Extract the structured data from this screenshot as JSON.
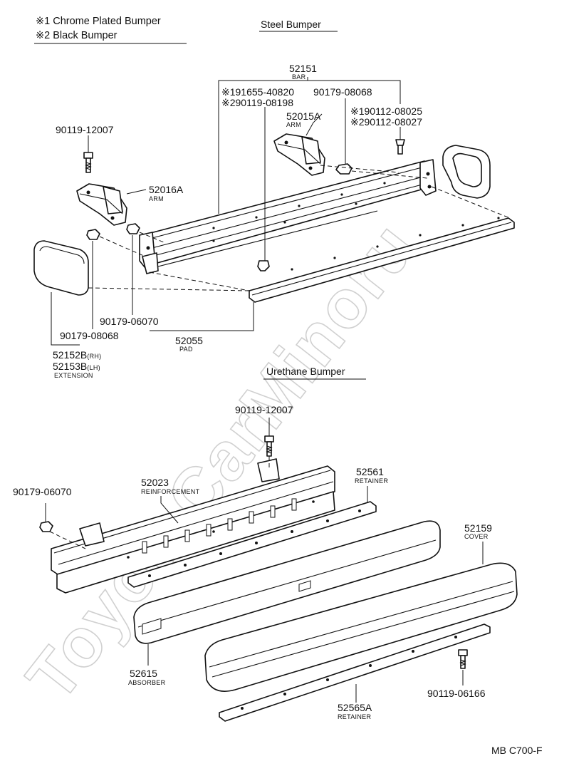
{
  "legend": {
    "line1": "※1 Chrome Plated Bumper",
    "line2": "※2 Black Bumper"
  },
  "sections": {
    "steel": "Steel Bumper",
    "urethane": "Urethane Bumper"
  },
  "watermark": "ToyotaCarMinoru",
  "figure_code": "MB C700-F",
  "parts": {
    "p52151": {
      "num": "52151",
      "name": "BAR"
    },
    "p191655": {
      "num": "※191655-40820"
    },
    "p290119_08198": {
      "num": "※290119-08198"
    },
    "p90179_08068_top": {
      "num": "90179-08068"
    },
    "p190112": {
      "num": "※190112-08025"
    },
    "p290112": {
      "num": "※290112-08027"
    },
    "p52015A": {
      "num": "52015A",
      "name": "ARM"
    },
    "p90119_12007_a": {
      "num": "90119-12007"
    },
    "p52016A": {
      "num": "52016A",
      "name": "ARM"
    },
    "p90179_06070_a": {
      "num": "90179-06070"
    },
    "p90179_08068_bot": {
      "num": "90179-08068"
    },
    "p52055": {
      "num": "52055",
      "name": "PAD"
    },
    "p52152B": {
      "num": "52152B",
      "suffix": "(RH)"
    },
    "p52153B": {
      "num": "52153B",
      "suffix": "(LH)",
      "name": "EXTENSION"
    },
    "p90119_12007_b": {
      "num": "90119-12007"
    },
    "p52023": {
      "num": "52023",
      "name": "REINFORCEMENT"
    },
    "p52561": {
      "num": "52561",
      "name": "RETAINER"
    },
    "p90179_06070_b": {
      "num": "90179-06070"
    },
    "p52159": {
      "num": "52159",
      "name": "COVER"
    },
    "p52615": {
      "num": "52615",
      "name": "ABSORBER"
    },
    "p90119_06166": {
      "num": "90119-06166"
    },
    "p52565A": {
      "num": "52565A",
      "name": "RETAINER"
    }
  }
}
